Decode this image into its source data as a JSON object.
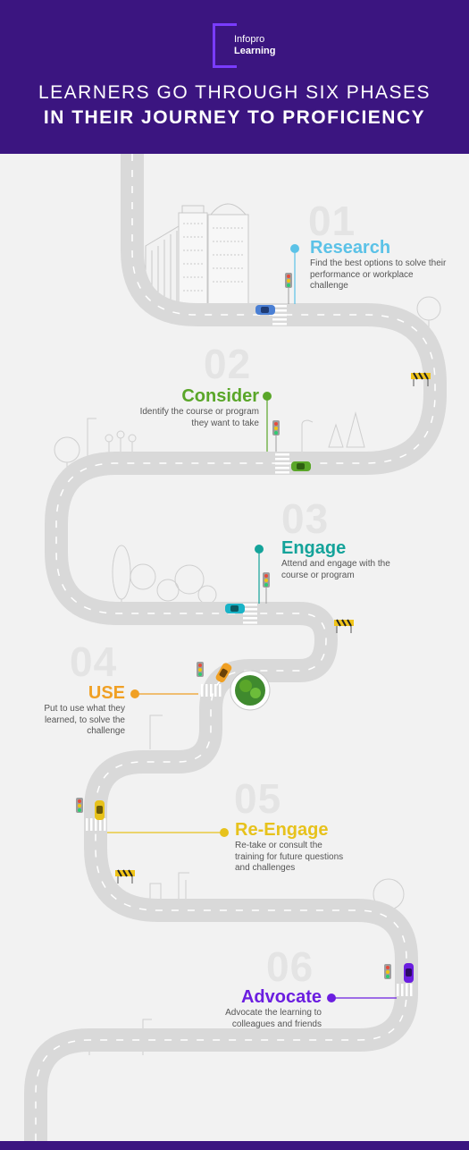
{
  "header": {
    "logo_line1": "Infopro",
    "logo_line2": "Learning",
    "title_line1": "LEARNERS GO THROUGH SIX PHASES",
    "title_line2": "IN THEIR JOURNEY TO PROFICIENCY"
  },
  "colors": {
    "header_bg": "#3b1580",
    "research": "#5bc2e7",
    "consider": "#5aa629",
    "engage": "#14a39a",
    "use": "#f0a024",
    "reengage": "#e7c21c",
    "advocate": "#6b1ee0",
    "road": "#d9d9d9"
  },
  "phases": [
    {
      "number": "01",
      "title": "Research",
      "description": "Find the best options to solve their performance or workplace challenge",
      "icon": "blue-car-icon"
    },
    {
      "number": "02",
      "title": "Consider",
      "description": "Identify the course or program they want to take",
      "icon": "green-car-icon"
    },
    {
      "number": "03",
      "title": "Engage",
      "description": "Attend and engage with the course or program",
      "icon": "teal-car-icon"
    },
    {
      "number": "04",
      "title": "USE",
      "description": "Put to use what they learned, to solve the challenge",
      "icon": "orange-car-icon"
    },
    {
      "number": "05",
      "title": "Re-Engage",
      "description": "Re-take or consult the training for future questions and challenges",
      "icon": "yellow-car-icon"
    },
    {
      "number": "06",
      "title": "Advocate",
      "description": "Advocate the learning to colleagues and friends",
      "icon": "purple-car-icon"
    }
  ]
}
